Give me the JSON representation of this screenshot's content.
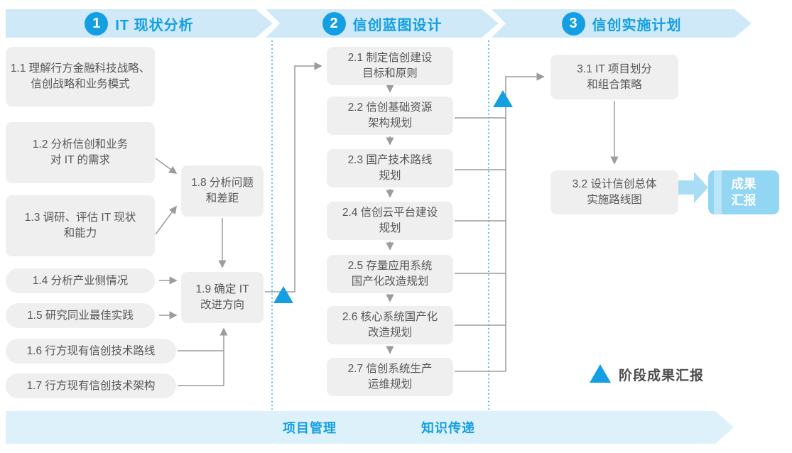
{
  "phases": [
    {
      "num": "1",
      "title": "IT 现状分析"
    },
    {
      "num": "2",
      "title": "信创蓝图设计"
    },
    {
      "num": "3",
      "title": "信创实施计划"
    }
  ],
  "stage1": {
    "b11": "1.1 理解行方金融科技战略、\n信创战略和业务模式",
    "b12": "1.2 分析信创和业务\n对 IT 的需求",
    "b13": "1.3 调研、评估 IT 现状\n和能力",
    "b14": "1.4 分析产业侧情况",
    "b15": "1.5 研究同业最佳实践",
    "b16": "1.6 行方现有信创技术路线",
    "b17": "1.7 行方现有信创技术架构",
    "b18": "1.8 分析问题\n和差距",
    "b19": "1.9 确定 IT\n改进方向"
  },
  "stage2": {
    "b21": "2.1 制定信创建设\n目标和原则",
    "b22": "2.2 信创基础资源\n架构规划",
    "b23": "2.3 国产技术路线\n规划",
    "b24": "2.4 信创云平台建设\n规划",
    "b25": "2.5 存量应用系统\n国产化改造规划",
    "b26": "2.6 核心系统国产化\n改造规划",
    "b27": "2.7 信创系统生产\n运维规划"
  },
  "stage3": {
    "b31": "3.1 IT 项目划分\n和组合策略",
    "b32": "3.2 设计信创总体\n实施路线图",
    "result": "成果\n汇报"
  },
  "bottom": {
    "project_management": "项目管理",
    "knowledge_transfer": "知识传递"
  },
  "legend": {
    "milestone_label": "阶段成果汇报"
  },
  "colors": {
    "accent_blue": "#149fe2",
    "banner_bg": "#cfe9f8",
    "bottom_banner_bg": "#ddf1fa",
    "result_box_bg": "#93d6f3",
    "light_arrow": "#a8ddf5",
    "box_bg": "#efefef",
    "box_text": "#595757",
    "connector_gray": "#9c9c9c",
    "dotted_divider_blue": "#2fade5"
  }
}
